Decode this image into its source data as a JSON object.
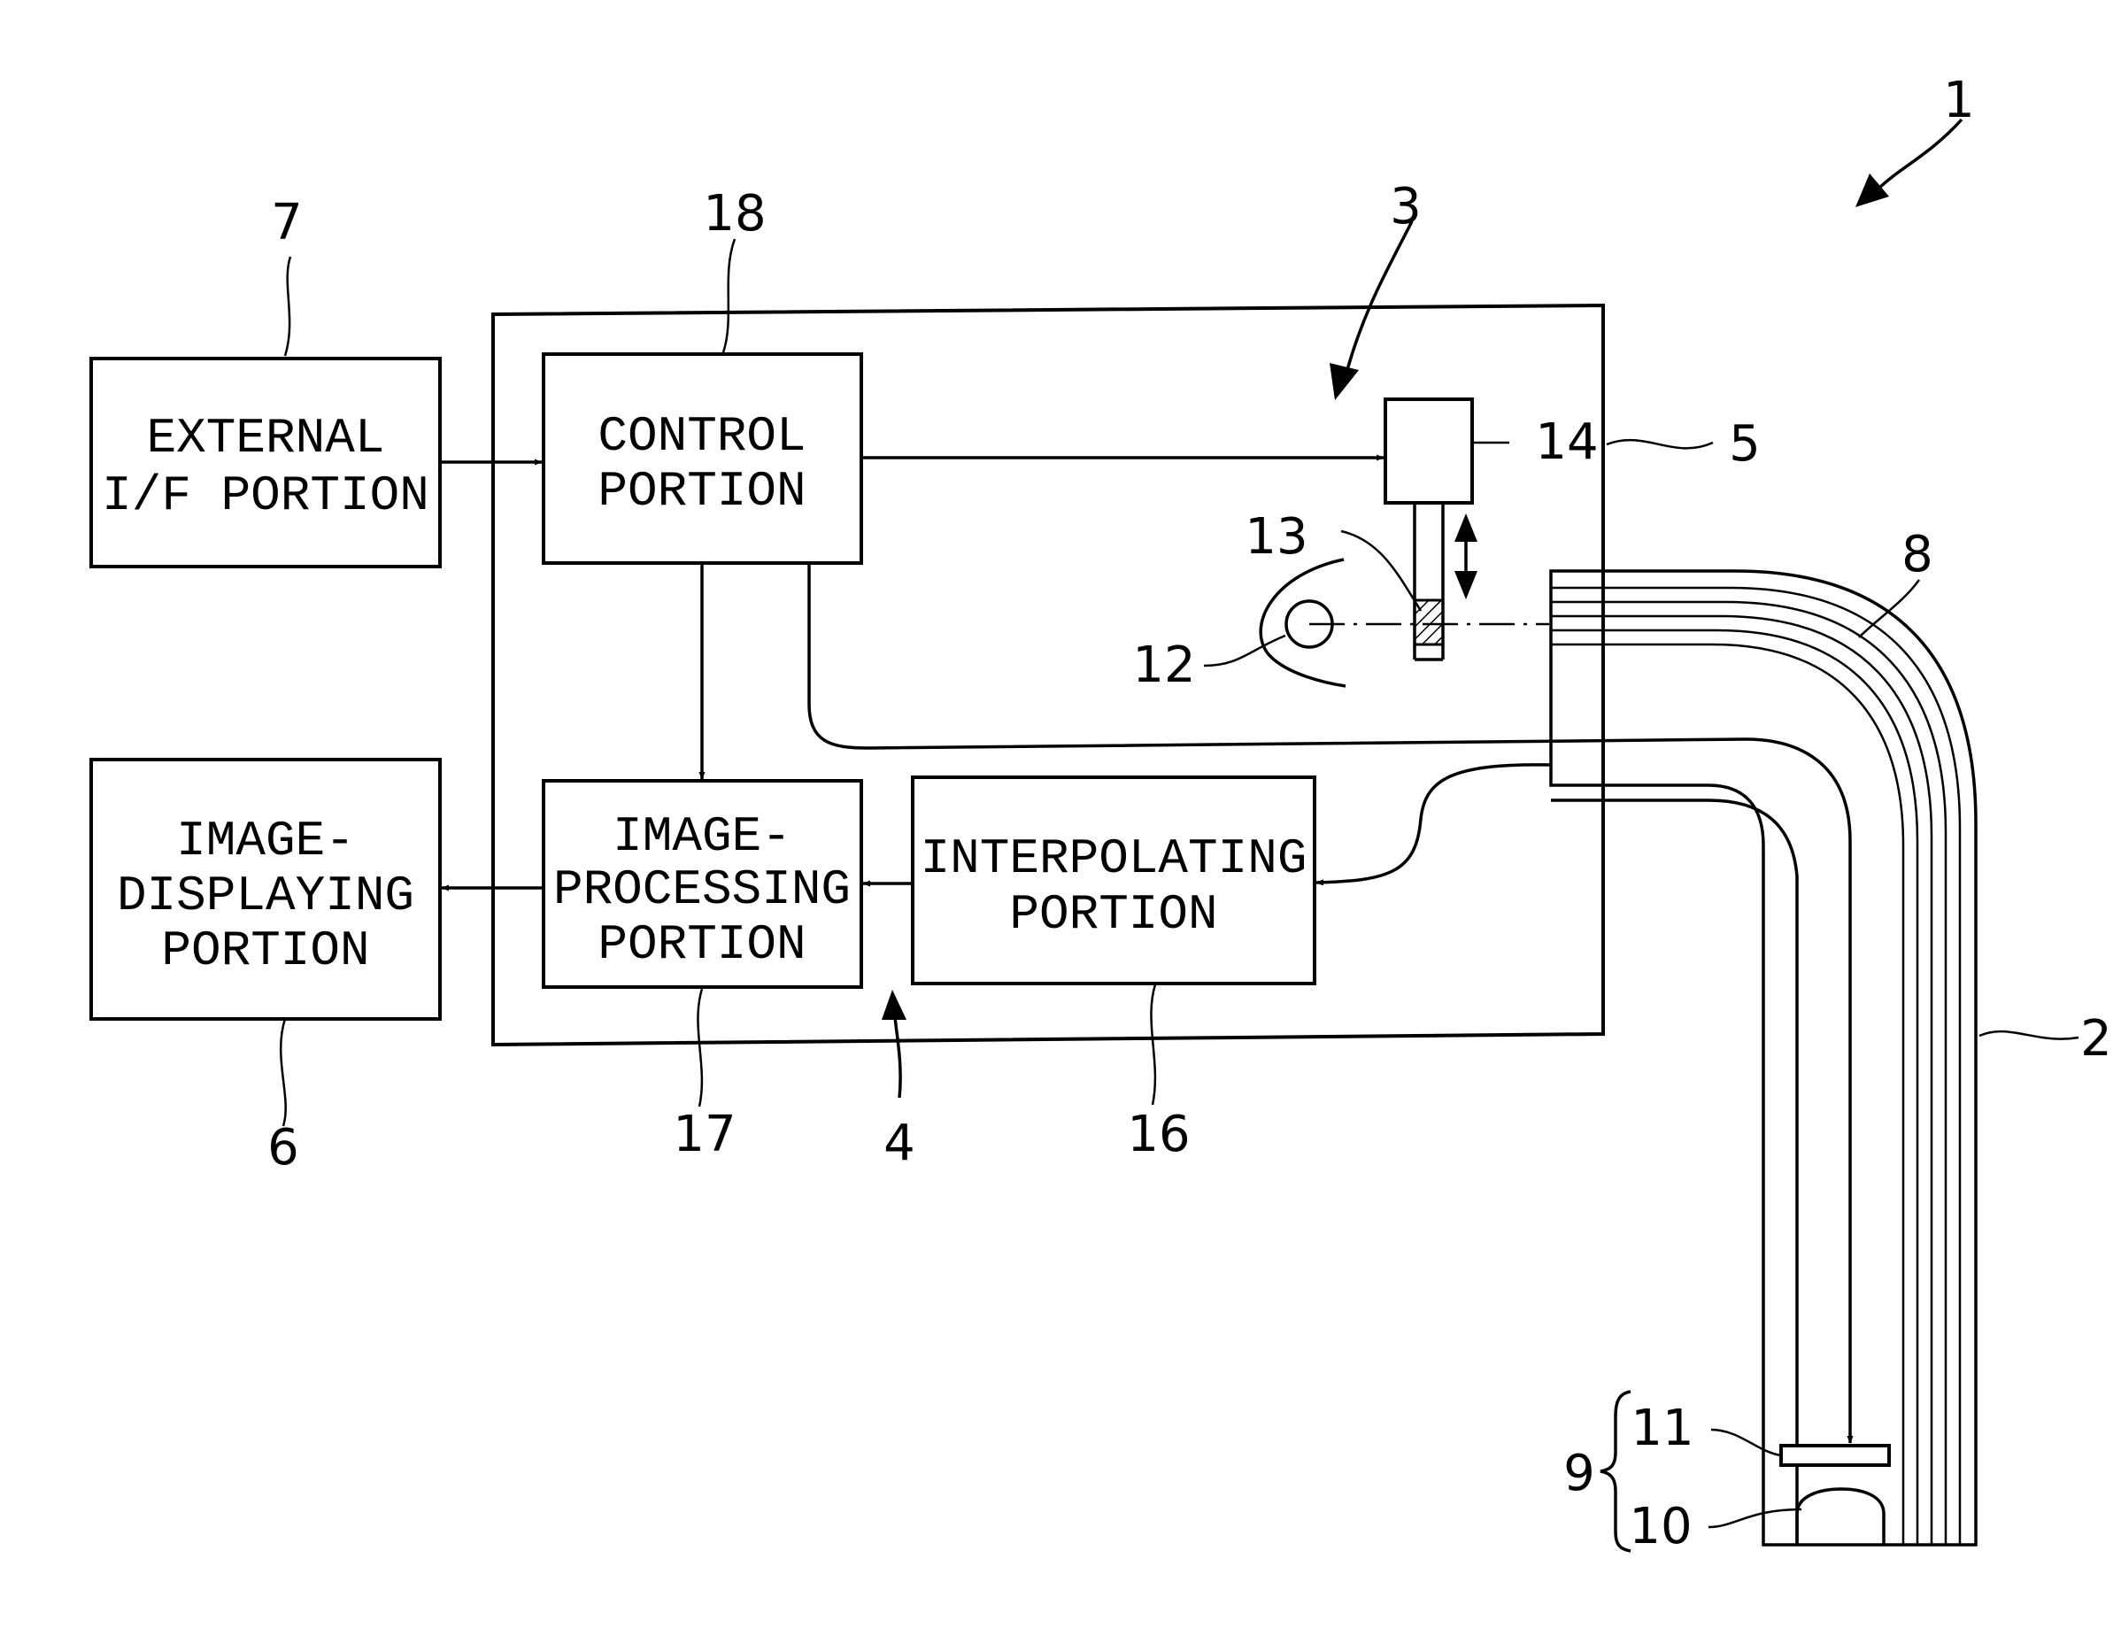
{
  "boxes": {
    "external_if": {
      "line1": "EXTERNAL",
      "line2": "I/F PORTION"
    },
    "control": {
      "line1": "CONTROL",
      "line2": "PORTION"
    },
    "image_displaying": {
      "line1": "IMAGE-",
      "line2": "DISPLAYING",
      "line3": "PORTION"
    },
    "image_processing": {
      "line1": "IMAGE-",
      "line2": "PROCESSING",
      "line3": "PORTION"
    },
    "interpolating": {
      "line1": "INTERPOLATING",
      "line2": "PORTION"
    }
  },
  "refs": {
    "r1": "1",
    "r2": "2",
    "r3": "3",
    "r4": "4",
    "r5": "5",
    "r6": "6",
    "r7": "7",
    "r8": "8",
    "r9": "9",
    "r10": "10",
    "r11": "11",
    "r12": "12",
    "r13": "13",
    "r14": "14",
    "r16": "16",
    "r17": "17",
    "r18": "18"
  }
}
